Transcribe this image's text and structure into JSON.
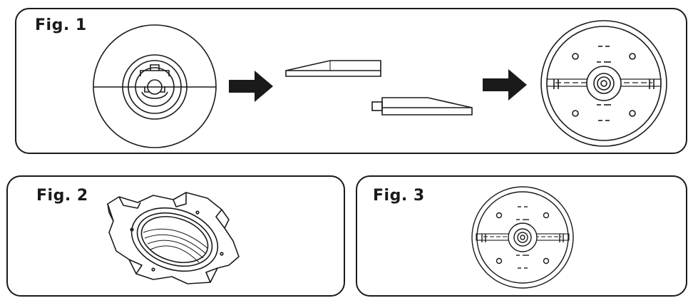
{
  "figures": [
    {
      "label": "Fig. 1"
    },
    {
      "label": "Fig. 2"
    },
    {
      "label": "Fig. 3"
    }
  ],
  "colors": {
    "stroke": "#1a1a1a",
    "background": "#ffffff"
  },
  "icons": [
    "right-arrow-icon",
    "right-arrow-icon"
  ]
}
